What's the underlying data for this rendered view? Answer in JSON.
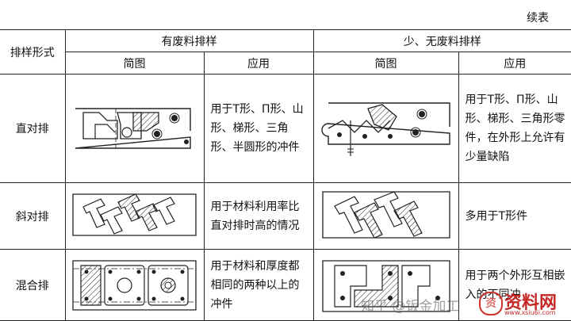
{
  "caption": "续表",
  "header": {
    "col0": "排样形式",
    "group1": "有废料排样",
    "group2": "少、无废料排样",
    "sub_diagram": "简图",
    "sub_usage": "应用"
  },
  "rows": [
    {
      "label": "直对排",
      "usage1": "用于T形、П形、山形、梯形、三角形、半圆形的冲件",
      "usage2": "用于T形、П形、山形、梯形、三角形零件，在外形上允许有少量缺陷"
    },
    {
      "label": "斜对排",
      "usage1": "用于材料利用率比直对排时高的情况",
      "usage2": "多用于T形件"
    },
    {
      "label": "混合排",
      "usage1": "用于材料和厚度都相同的两种以上的冲件",
      "usage2": "用于两个外形互相嵌入的不同冲"
    }
  ],
  "watermark": {
    "text1": "知乎 @钣金加工",
    "logo_char": "资",
    "text2": "资料网",
    "url": "www.xsiu6i.com"
  }
}
